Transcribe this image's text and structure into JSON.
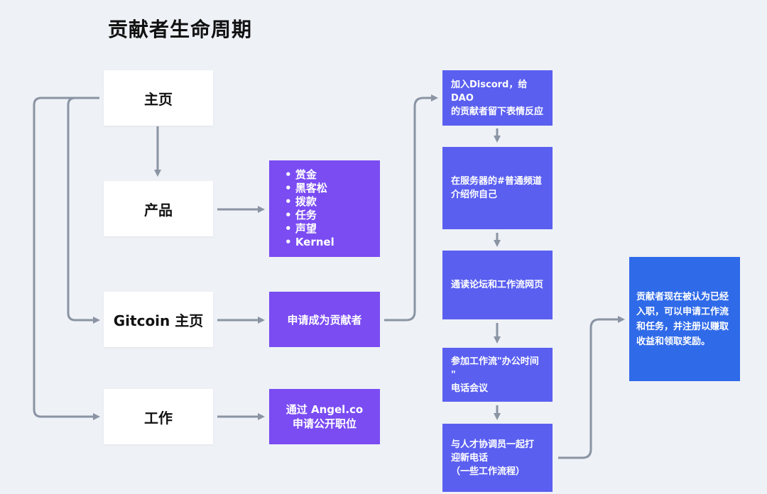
{
  "title": "贡献者生命周期",
  "left_nodes": {
    "homepage": "主页",
    "product": "产品",
    "gitcoin_home": "Gitcoin 主页",
    "work": "工作"
  },
  "product_list": [
    "赏金",
    "黑客松",
    "拨款",
    "任务",
    "声望",
    "Kernel"
  ],
  "apply_contributor": "申请成为贡献者",
  "angel_lines": [
    "通过 Angel.co",
    "申请公开职位"
  ],
  "steps": [
    [
      "加入Discord，给 DAO",
      "的贡献者留下表情反应"
    ],
    [
      "在服务器的#普通频道",
      "介绍你自己"
    ],
    [
      "通读论坛和工作流网页"
    ],
    [
      "参加工作流\"办公时间 \"",
      "电话会议"
    ],
    [
      "与人才协调员一起打",
      "迎新电话",
      "（一些工作流程）"
    ]
  ],
  "result_lines": [
    "贡献者现在被认为已经",
    "入职，可以申请工作流",
    "和任务，并注册以赚取",
    "收益和领取奖励。"
  ],
  "colors": {
    "background": "#eef1f6",
    "purple": "#7a4cf2",
    "indigo": "#5a5ff0",
    "blue": "#2f6ae8",
    "arrow": "#8a94a3"
  }
}
